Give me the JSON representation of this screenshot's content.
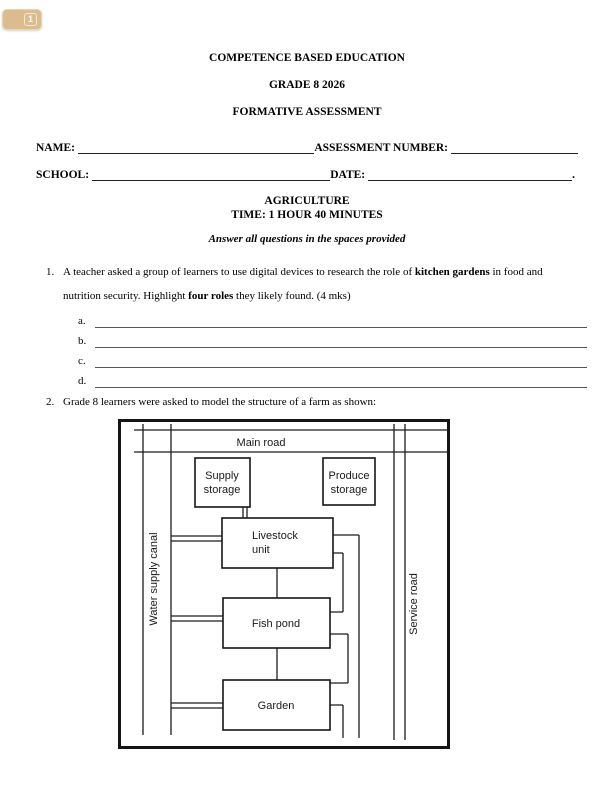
{
  "badge": {
    "number": "1"
  },
  "header": {
    "line1": "COMPETENCE BASED EDUCATION",
    "line2": "GRADE 8 2026",
    "line3": "FORMATIVE ASSESSMENT"
  },
  "fields": {
    "name_label": "NAME:",
    "assessment_number_label": "ASSESSMENT NUMBER:",
    "school_label": "SCHOOL:",
    "date_label": "DATE:",
    "date_suffix": "."
  },
  "subject": {
    "title": "AGRICULTURE",
    "time": "TIME: 1 HOUR 40 MINUTES"
  },
  "instruction": "Answer all questions in the spaces provided",
  "q1": {
    "number": "1.",
    "t1": "A teacher asked a group of learners to use digital devices to research the role of ",
    "b1": "kitchen gardens",
    "t2": " in food and nutrition security. Highlight ",
    "b2": "four roles",
    "t3": " they likely found. (4 mks)",
    "answers": [
      "a.",
      "b.",
      "c.",
      "d."
    ]
  },
  "q2": {
    "number": "2.",
    "text": "Grade 8 learners were asked to model the structure of a farm as shown:"
  },
  "diagram": {
    "main_road": "Main road",
    "supply_storage": [
      "Supply",
      "storage"
    ],
    "produce_storage": [
      "Produce",
      "storage"
    ],
    "livestock_unit": [
      "Livestock",
      "unit"
    ],
    "fish_pond": "Fish pond",
    "garden": "Garden",
    "water_supply_canal": "Water supply canal",
    "service_road": "Service road"
  },
  "colors": {
    "badge_background": "#dbbc8e",
    "badge_border": "#e9d5af",
    "diagram_ink": "#1c1c1c"
  }
}
